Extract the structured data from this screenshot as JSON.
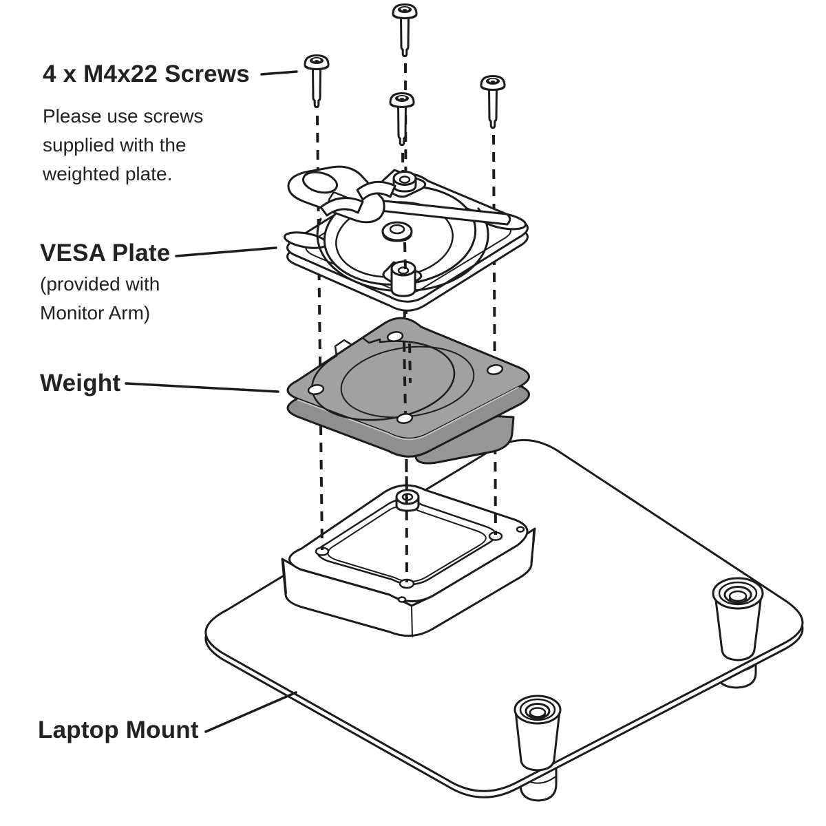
{
  "labels": {
    "screws": {
      "title": "4 x M4x22 Screws",
      "note": "Please use screws\nsupplied with the\nweighted plate."
    },
    "vesa": {
      "title": "VESA Plate",
      "note": "(provided with\nMonitor Arm)"
    },
    "weight": {
      "title": "Weight"
    },
    "laptop_mount": {
      "title": "Laptop Mount"
    }
  },
  "parts": {
    "screws": {
      "name": "M4x22 screw",
      "count": 4
    },
    "vesa_plate": {
      "name": "VESA plate (quick-release, with lever)"
    },
    "weight": {
      "name": "Weighted plate with round recess"
    },
    "laptop_mount": {
      "name": "Laptop mount base plate with boss and standoff feet"
    }
  },
  "colors": {
    "line": "#1c1c1c",
    "text": "#232123",
    "weight_top": "#a1a1a1",
    "weight_side": "#8f8f8f",
    "background": "#ffffff"
  }
}
